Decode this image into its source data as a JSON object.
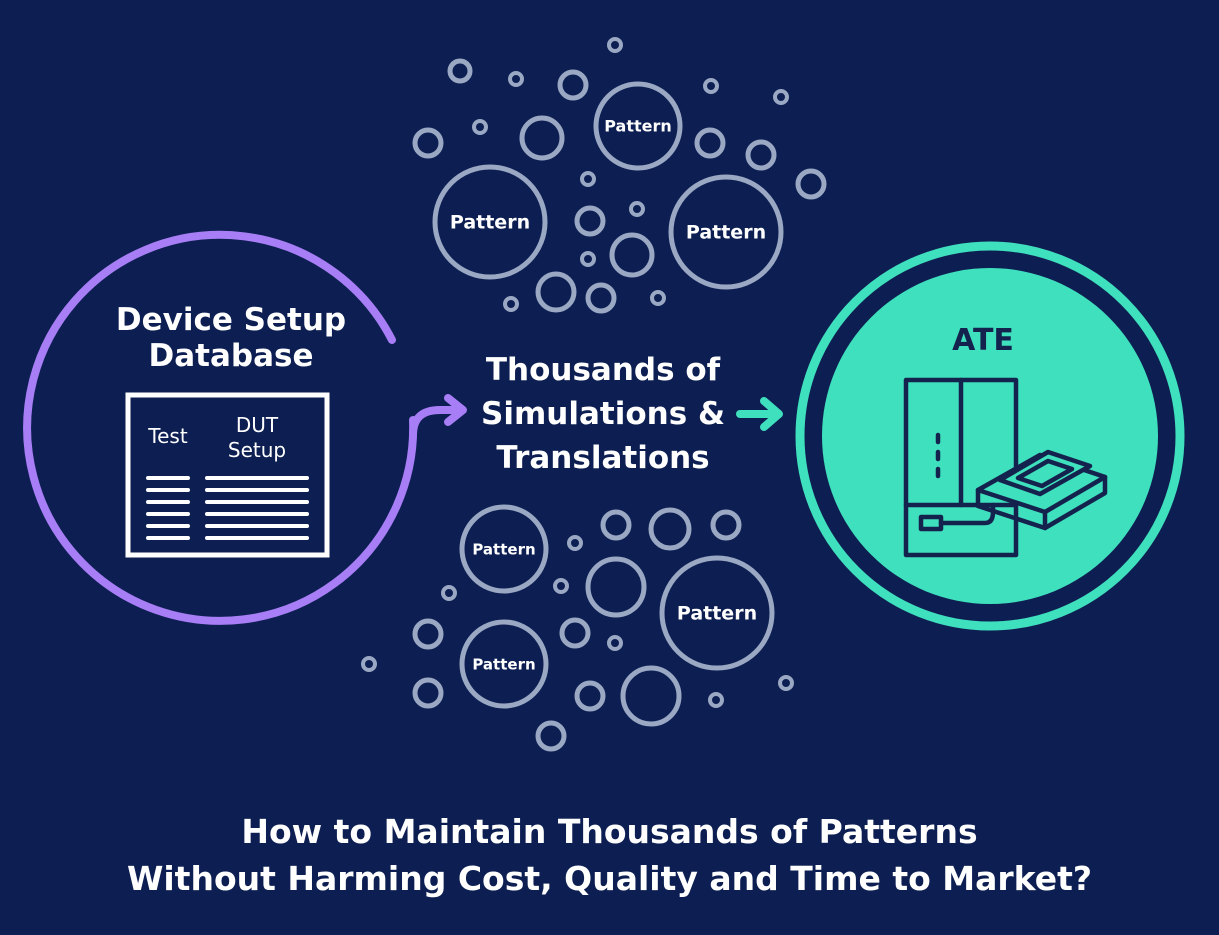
{
  "database": {
    "title_lines": [
      "Device Setup",
      "Database"
    ],
    "col_test": "Test",
    "col_dut_lines": [
      "DUT",
      "Setup"
    ]
  },
  "middle": {
    "lines": [
      "Thousands of",
      "Simulations &",
      "Translations"
    ]
  },
  "pattern_label": "Pattern",
  "ate": {
    "title": "ATE"
  },
  "caption": {
    "line1": "How to Maintain Thousands of Patterns",
    "line2": "Without Harming Cost, Quality and Time to Market?"
  },
  "colors": {
    "background": "#0d1f52",
    "purple": "#a77ef5",
    "teal": "#3fe0bd",
    "bubble": "#9aa8c4"
  },
  "icons": [
    "document-table-icon",
    "arrow-right-icon",
    "ate-machine-icon"
  ]
}
